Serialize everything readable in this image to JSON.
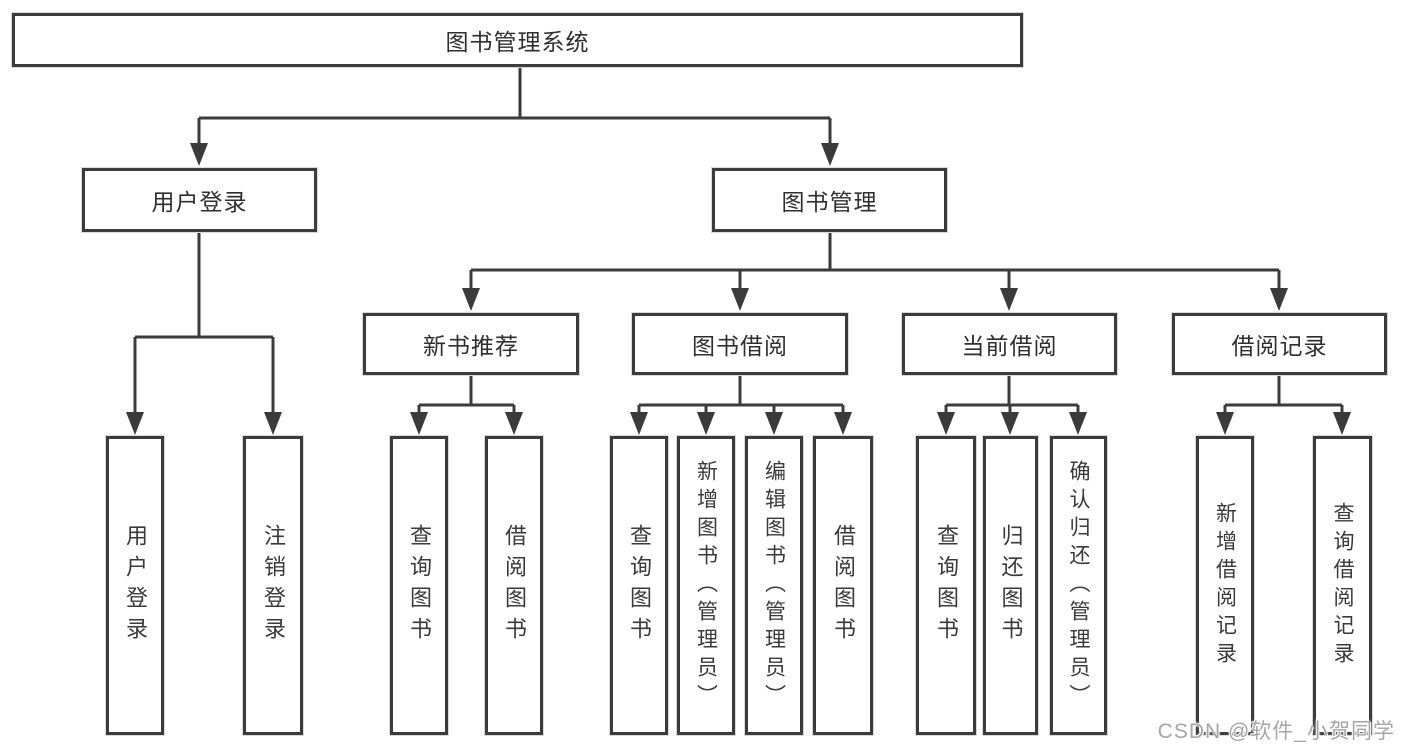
{
  "colors": {
    "line": "#3b3b3b",
    "box_border": "#3b3b3b",
    "text": "#2f2f2f",
    "watermark": "#a6a6a6",
    "background": "#ffffff"
  },
  "tree": {
    "root": "图书管理系统",
    "branches": [
      {
        "label": "用户登录",
        "children": [
          "用户登录",
          "注销登录"
        ]
      },
      {
        "label": "图书管理",
        "sections": [
          {
            "label": "新书推荐",
            "children": [
              "查询图书",
              "借阅图书"
            ]
          },
          {
            "label": "图书借阅",
            "children": [
              "查询图书",
              "新增图书（管理员）",
              "编辑图书（管理员）",
              "借阅图书"
            ]
          },
          {
            "label": "当前借阅",
            "children": [
              "查询图书",
              "归还图书",
              "确认归还（管理员）"
            ]
          },
          {
            "label": "借阅记录",
            "children": [
              "新增借阅记录",
              "查询借阅记录"
            ]
          }
        ]
      }
    ]
  },
  "watermark": {
    "text": "CSDN @软件_小贺同学"
  }
}
